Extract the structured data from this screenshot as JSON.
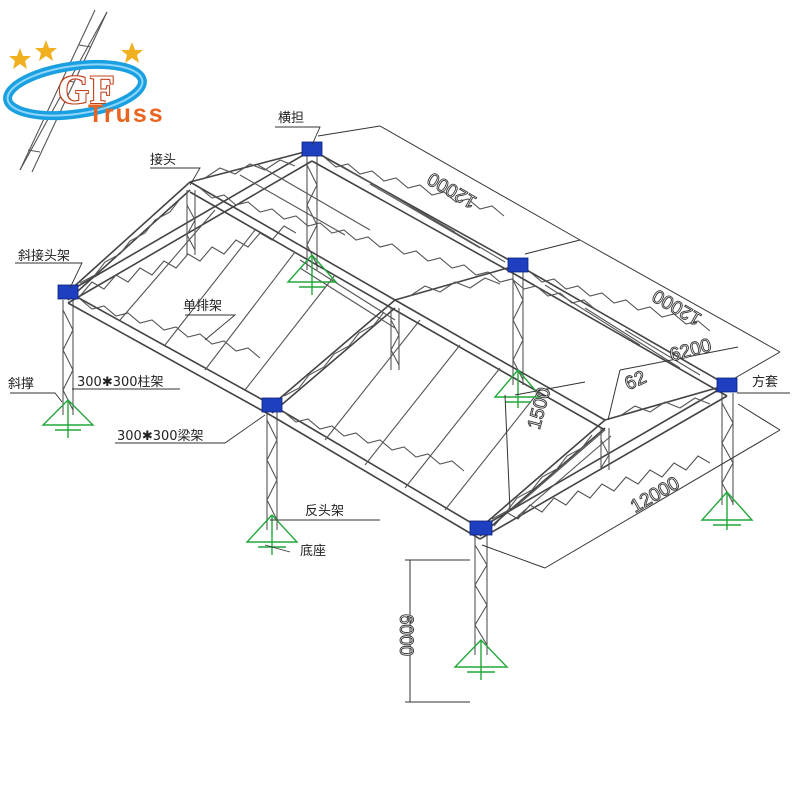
{
  "logo": {
    "brand_gf": "GF",
    "brand_truss": "Truss"
  },
  "labels": {
    "crossbar": "横担",
    "joint": "接头",
    "angled_joint_frame": "斜接头架",
    "single_row_frame": "单排架",
    "diagonal_brace": "斜撑",
    "column_truss": "300✱300柱架",
    "beam_truss": "300✱300梁架",
    "reverse_head_frame": "反头架",
    "base": "底座",
    "square_sleeve": "方套"
  },
  "dimensions": {
    "top_length": "12000",
    "right_length": "12000",
    "roof_width": "6200",
    "roof_width_short": "62",
    "roof_height": "1500",
    "front_length": "12000",
    "column_height": "6000"
  },
  "colors": {
    "truss": "#555555",
    "base": "#22a83a",
    "cap": "#1e3fbf",
    "logo_ring": "#1aa0e0",
    "logo_text": "#e86420",
    "stars": "#f0b020"
  }
}
